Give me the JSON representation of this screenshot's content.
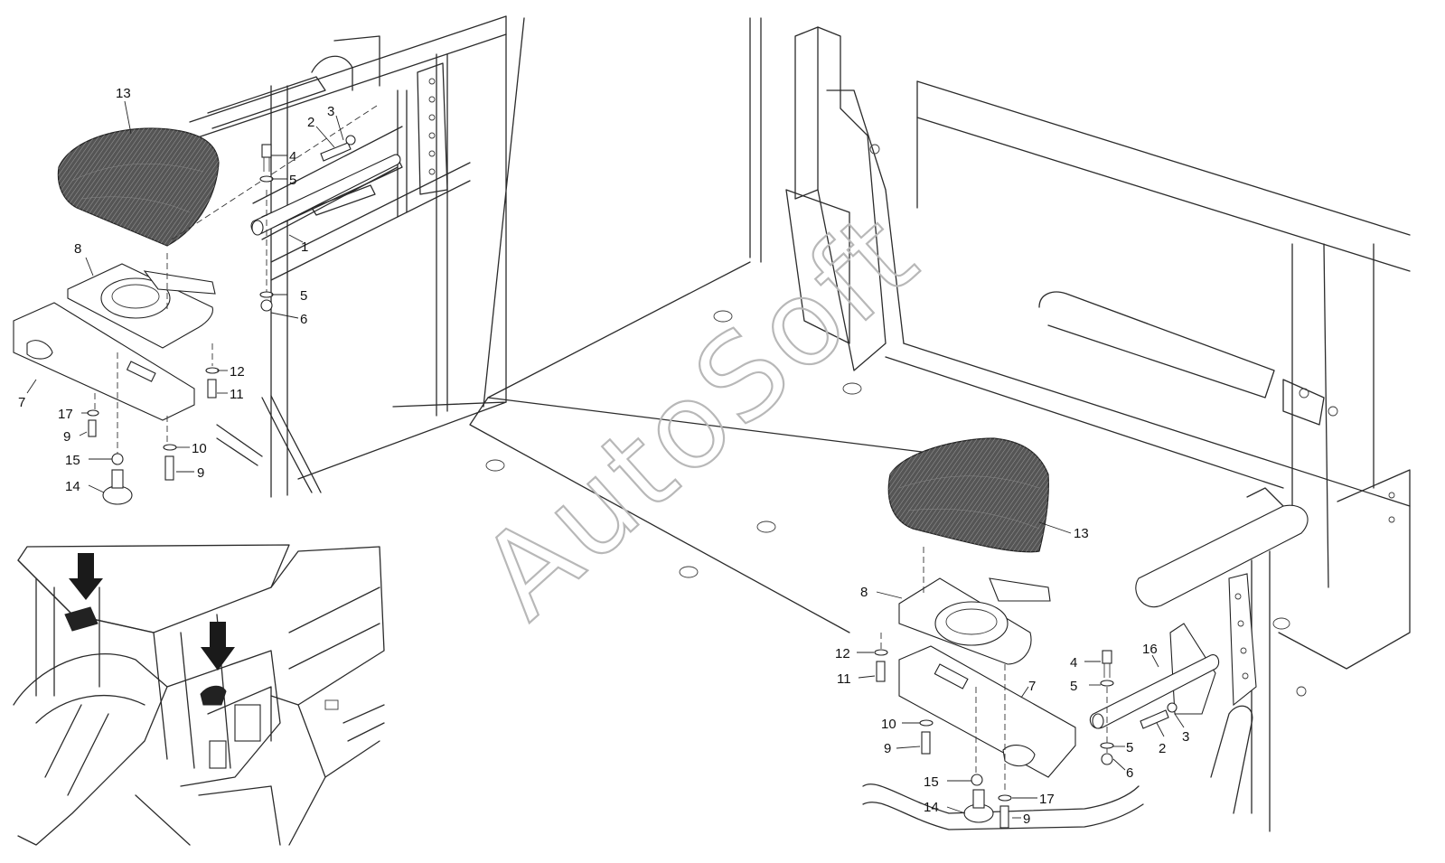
{
  "watermark": "AutoSoft",
  "left_view_callouts": [
    "13",
    "2",
    "3",
    "4",
    "5",
    "1",
    "8",
    "5",
    "6",
    "12",
    "11",
    "7",
    "17",
    "9",
    "10",
    "15",
    "9",
    "14"
  ],
  "right_view_callouts": [
    "13",
    "8",
    "12",
    "11",
    "4",
    "16",
    "5",
    "7",
    "10",
    "9",
    "2",
    "3",
    "5",
    "6",
    "15",
    "17",
    "14",
    "9"
  ],
  "inset": {
    "arrow_icon": "down-arrow-icon",
    "arrow_count": 2
  }
}
